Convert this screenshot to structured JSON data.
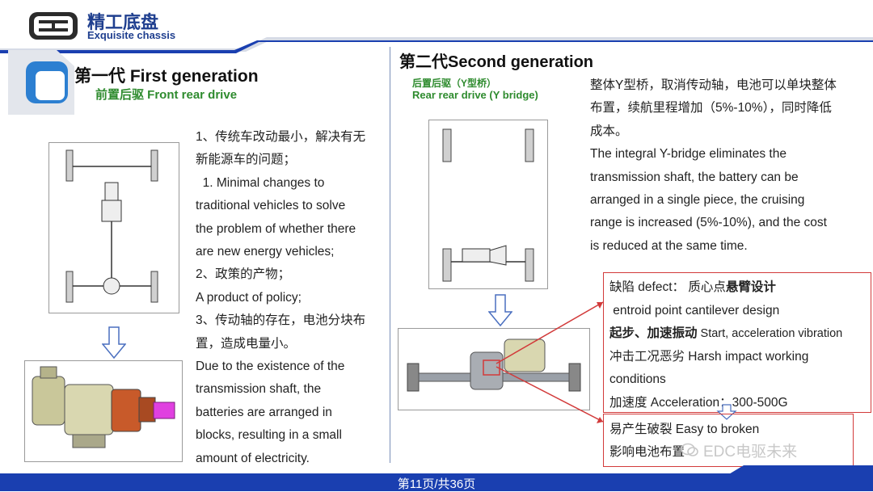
{
  "header": {
    "brand_cn": "精工底盘",
    "brand_en": "Exquisite  chassis"
  },
  "left": {
    "title": "第一代 First generation",
    "subtitle": "前置后驱 Front rear drive",
    "points": [
      "1、传统车改动最小，解决有无",
      "新能源车的问题；",
      "  1. Minimal changes to",
      "traditional vehicles to solve",
      "the problem of whether there",
      "are new energy vehicles;",
      "2、政策的产物；",
      "A product of policy;",
      "3、传动轴的存在，电池分块布",
      "置，造成电量小。",
      "Due to the existence of the",
      "transmission shaft, the",
      "batteries are arranged in",
      "blocks, resulting in a small",
      "amount of electricity."
    ]
  },
  "right": {
    "title": "第二代Second generation",
    "subtitle_cn": "后置后驱（Y型桥）",
    "subtitle_en": "Rear rear drive (Y bridge)",
    "description": [
      "整体Y型桥，取消传动轴，电池可以单块整体",
      "布置，续航里程增加（5%-10%），同时降低",
      "成本。",
      "The integral Y-bridge eliminates the",
      "transmission shaft, the battery can be",
      "arranged in a single piece, the cruising",
      "range is increased (5%-10%), and the cost",
      "is reduced at the same time."
    ],
    "defect": {
      "line1_prefix": "缺陷 defect： 质心点",
      "line1_bold": "悬臂设计",
      "line2": " entroid point cantilever design",
      "line3_bold": "起步、加速振动",
      "line3_rest": " Start, acceleration vibration",
      "line4": "冲击工况恶劣 Harsh impact working",
      "line5": "conditions",
      "line6": "加速度 Acceleration：300-500G"
    },
    "broken": {
      "line1": "易产生破裂 Easy to broken",
      "line2": "影响电池布置"
    }
  },
  "watermark": "EDC电驱未来",
  "footer": {
    "page": "第11页/共36页"
  },
  "colors": {
    "brand_blue": "#1f3f8f",
    "subtitle_green": "#2e8b2e",
    "footer_blue": "#1a3fb0",
    "callout_red": "#d23a3a"
  }
}
